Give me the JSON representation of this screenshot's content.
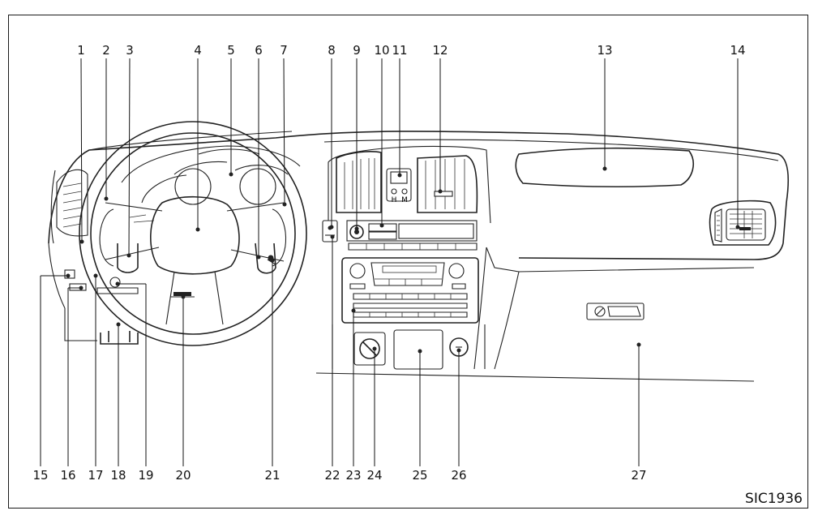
{
  "figure_code": "SIC1936",
  "callouts": [
    {
      "id": 1,
      "label": "1"
    },
    {
      "id": 2,
      "label": "2"
    },
    {
      "id": 3,
      "label": "3"
    },
    {
      "id": 4,
      "label": "4"
    },
    {
      "id": 5,
      "label": "5"
    },
    {
      "id": 6,
      "label": "6"
    },
    {
      "id": 7,
      "label": "7"
    },
    {
      "id": 8,
      "label": "8"
    },
    {
      "id": 9,
      "label": "9"
    },
    {
      "id": 10,
      "label": "10"
    },
    {
      "id": 11,
      "label": "11"
    },
    {
      "id": 12,
      "label": "12"
    },
    {
      "id": 13,
      "label": "13"
    },
    {
      "id": 14,
      "label": "14"
    },
    {
      "id": 15,
      "label": "15"
    },
    {
      "id": 16,
      "label": "16"
    },
    {
      "id": 17,
      "label": "17"
    },
    {
      "id": 18,
      "label": "18"
    },
    {
      "id": 19,
      "label": "19"
    },
    {
      "id": 20,
      "label": "20"
    },
    {
      "id": 21,
      "label": "21"
    },
    {
      "id": 22,
      "label": "22"
    },
    {
      "id": 23,
      "label": "23"
    },
    {
      "id": 24,
      "label": "24"
    },
    {
      "id": 25,
      "label": "25"
    },
    {
      "id": 26,
      "label": "26"
    },
    {
      "id": 27,
      "label": "27"
    }
  ],
  "switch_labels": {
    "left": "H",
    "right": "M"
  }
}
